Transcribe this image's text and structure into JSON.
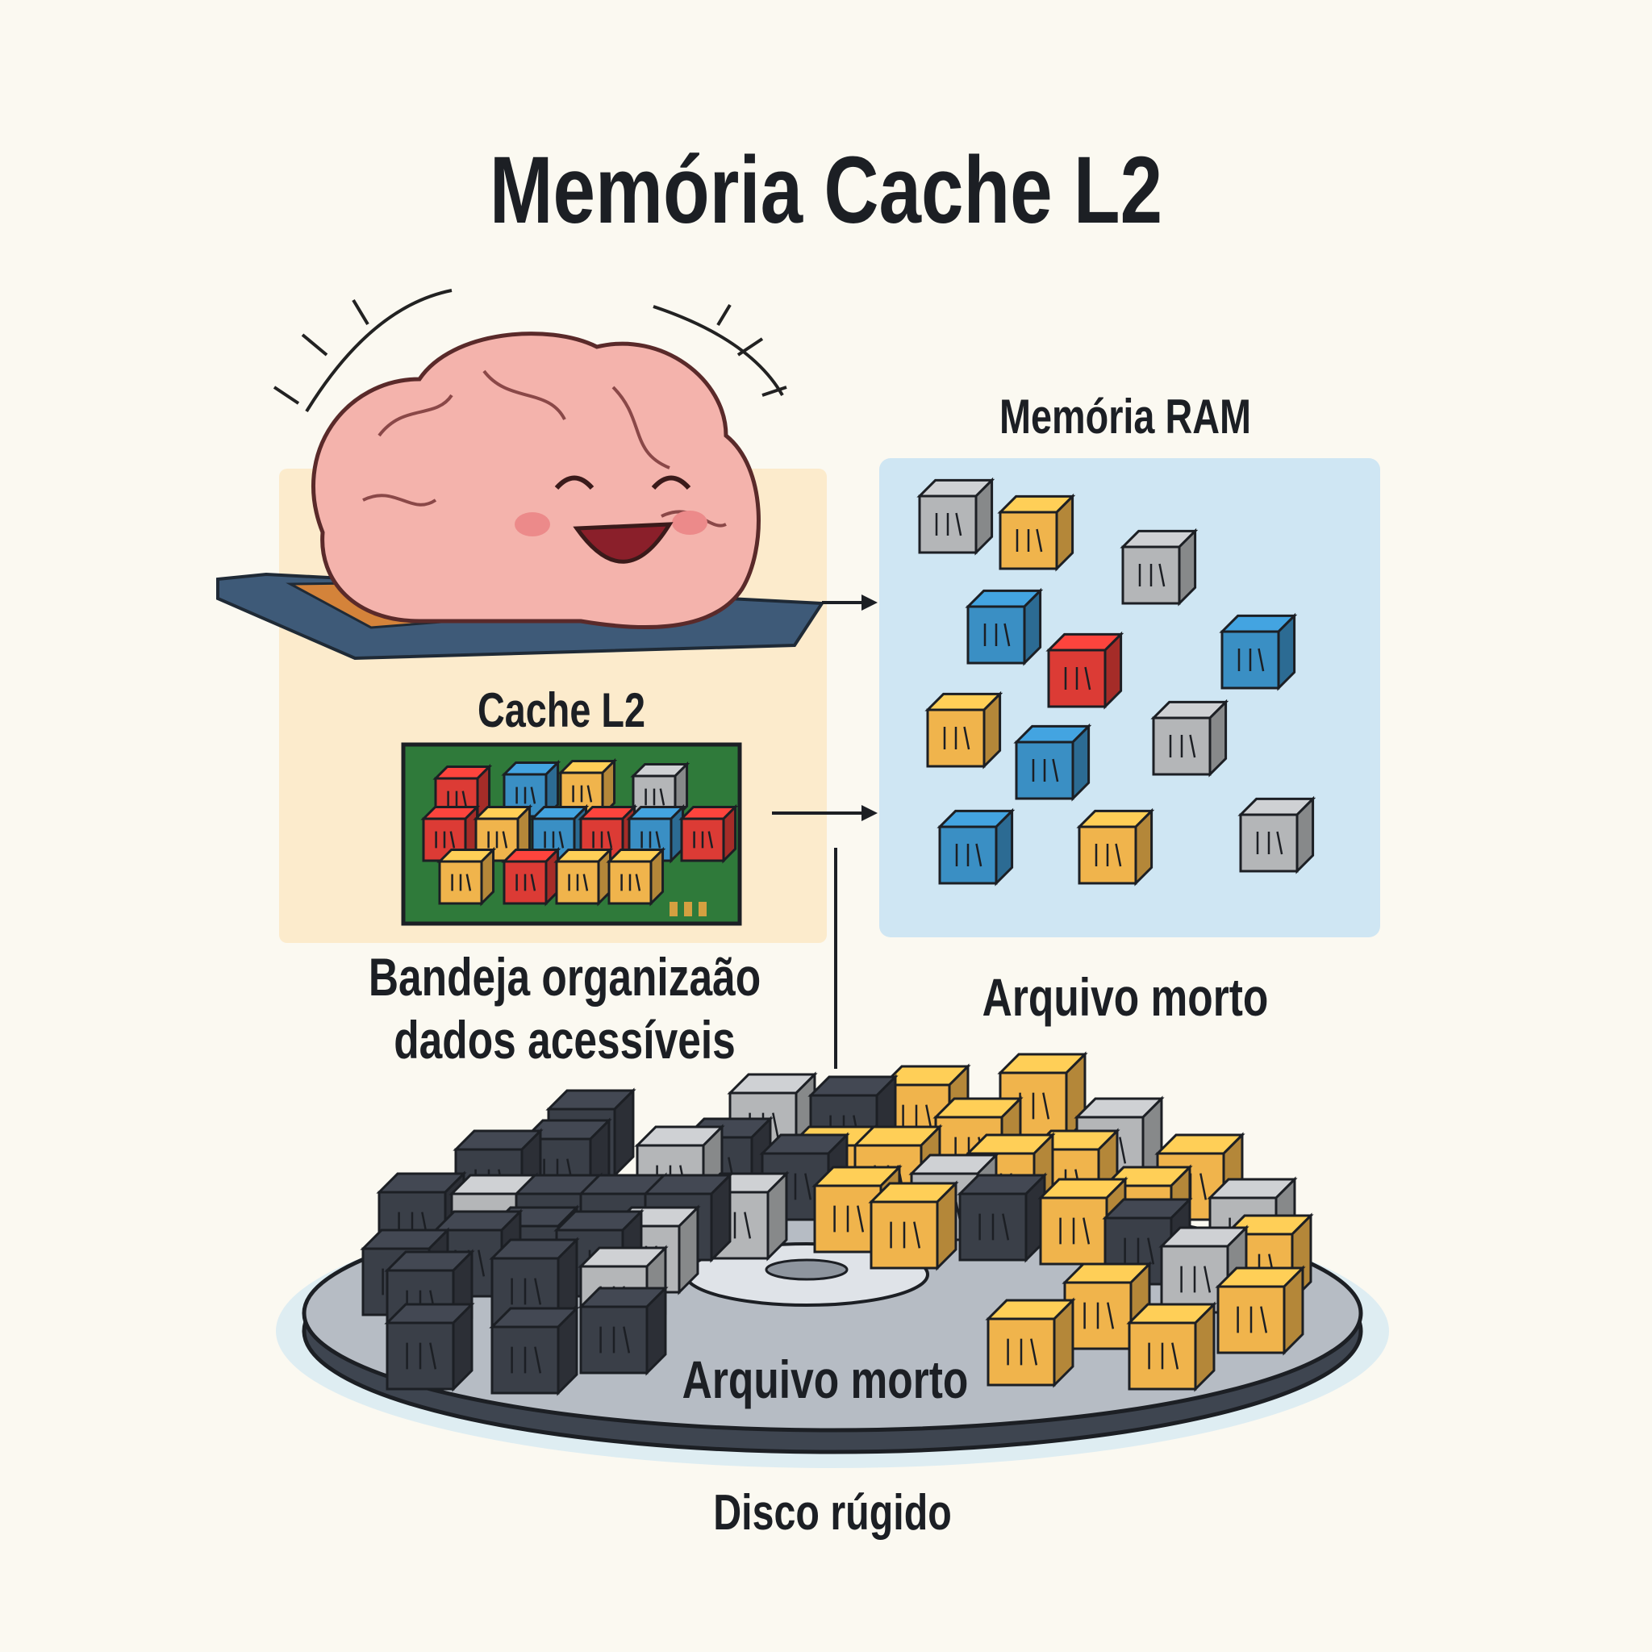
{
  "title": "Memória Cache L2",
  "labels": {
    "ram": "Memória RAM",
    "cache": "Cache L2",
    "bandeja_line1": "Bandeja organizaão",
    "bandeja_line2": "dados acessíveis",
    "arquivo_morto_right": "Arquivo morto",
    "arquivo_morto_disk": "Arquivo morto",
    "disco": "Disco rúgido"
  },
  "colors": {
    "background": "#fbf9f1",
    "brain": "#f4b3ac",
    "ram_panel": "#cfe6f3",
    "cache_panel": "#fbe9c6",
    "board": "#2f7a3a",
    "block_red": "#dc3b35",
    "block_blue": "#3a8fc4",
    "block_orange": "#f0b44c",
    "block_gray": "#b4b6b8",
    "block_dark": "#3a3f48"
  }
}
